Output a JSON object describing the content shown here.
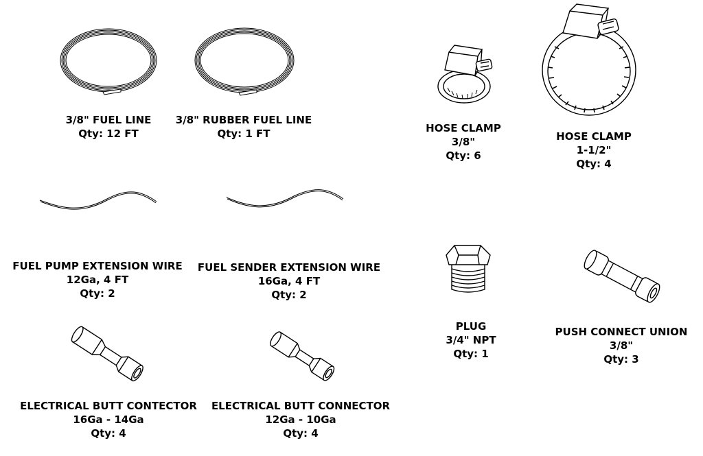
{
  "parts": [
    {
      "id": "fuel-line",
      "name": "3/8\" FUEL LINE",
      "spec": "",
      "qty": "Qty: 12 FT"
    },
    {
      "id": "rubber-fuel-line",
      "name": "3/8\" RUBBER FUEL LINE",
      "spec": "",
      "qty": "Qty: 1 FT"
    },
    {
      "id": "hose-clamp-small",
      "name": "HOSE CLAMP",
      "spec": "3/8\"",
      "qty": "Qty: 6"
    },
    {
      "id": "hose-clamp-large",
      "name": "HOSE CLAMP",
      "spec": "1-1/2\"",
      "qty": "Qty: 4"
    },
    {
      "id": "fuel-pump-extension-wire",
      "name": "FUEL PUMP EXTENSION WIRE",
      "spec": "12Ga, 4 FT",
      "qty": "Qty: 2"
    },
    {
      "id": "fuel-sender-extension-wire",
      "name": "FUEL SENDER EXTENSION WIRE",
      "spec": "16Ga, 4 FT",
      "qty": "Qty: 2"
    },
    {
      "id": "plug",
      "name": "PLUG",
      "spec": "3/4\" NPT",
      "qty": "Qty: 1"
    },
    {
      "id": "push-connect-union",
      "name": "PUSH CONNECT UNION",
      "spec": "3/8\"",
      "qty": "Qty: 3"
    },
    {
      "id": "butt-connector-16-14",
      "name": "ELECTRICAL BUTT CONTECTOR",
      "spec": "16Ga - 14Ga",
      "qty": "Qty: 4"
    },
    {
      "id": "butt-connector-12-10",
      "name": "ELECTRICAL BUTT CONNECTOR",
      "spec": "12Ga - 10Ga",
      "qty": "Qty: 4"
    }
  ]
}
